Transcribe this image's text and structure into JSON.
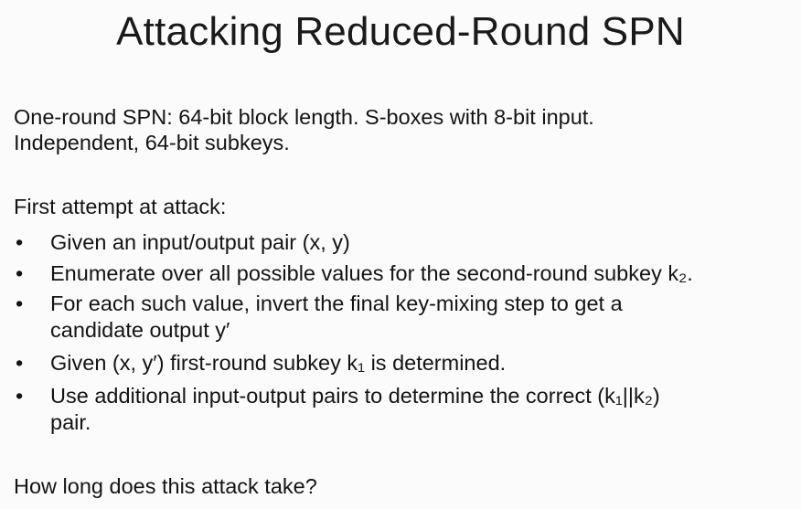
{
  "title": "Attacking Reduced-Round SPN",
  "intro": {
    "line1": "One-round SPN: 64-bit block length.  S-boxes with 8-bit input.",
    "line2": "Independent, 64-bit subkeys."
  },
  "attack_heading": "First attempt at attack:",
  "bullets": [
    {
      "symbol": "•",
      "text": "Given an input/output pair (x, y)"
    },
    {
      "symbol": "•",
      "text": "Enumerate over all possible values for the second-round subkey k₂."
    },
    {
      "symbol": "•",
      "line1": "For each such value, invert the final key-mixing step to get a",
      "line2": "candidate output y′"
    },
    {
      "symbol": "•",
      "text": "Given (x, y′) first-round subkey k₁ is determined."
    },
    {
      "symbol": "•",
      "line1": "Use additional input-output pairs to determine the correct (k₁||k₂)",
      "line2": "pair."
    }
  ],
  "question": "How long does this attack take?"
}
